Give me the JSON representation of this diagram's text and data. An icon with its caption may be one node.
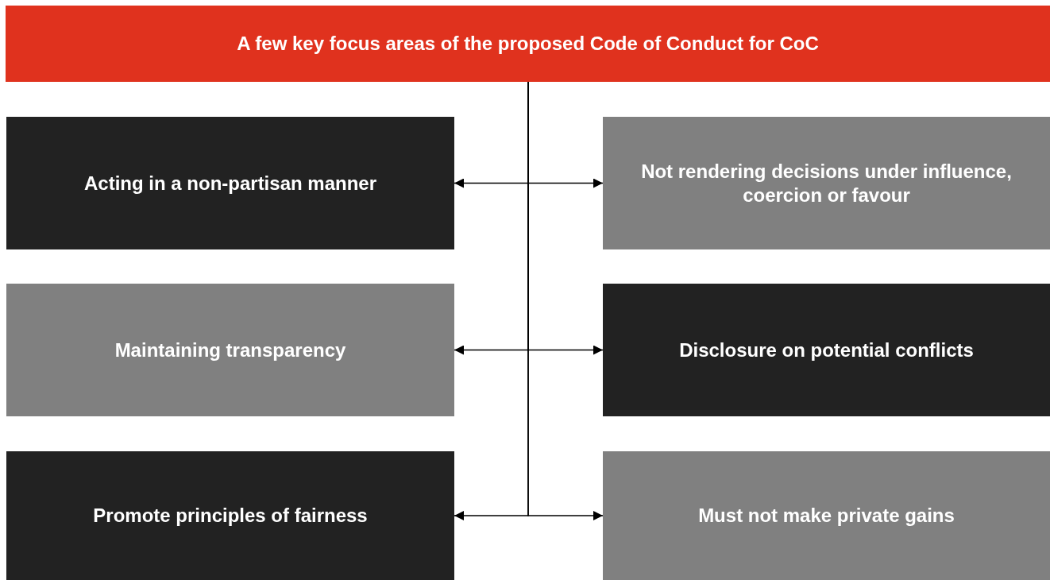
{
  "diagram": {
    "nodes": [
      {
        "text": [
          "A few key focus areas of the proposed Code of Conduct for CoC"
        ]
      },
      {
        "text": [
          "Acting in a non-partisan manner"
        ]
      },
      {
        "text": [
          "Not rendering decisions under influence, coercion or favour"
        ]
      },
      {
        "text": [
          "Maintaining transparency"
        ]
      },
      {
        "text": [
          "Disclosure on potential conflicts"
        ]
      },
      {
        "text": [
          "Promote principles of fairness"
        ]
      },
      {
        "text": [
          "Must not make private gains"
        ]
      }
    ],
    "edges": [
      {
        "from": 0,
        "to": 1,
        "arrow": "to"
      },
      {
        "from": 0,
        "to": 2,
        "arrow": "to"
      },
      {
        "from": 0,
        "to": 3,
        "arrow": "to"
      },
      {
        "from": 0,
        "to": 4,
        "arrow": "to"
      },
      {
        "from": 0,
        "to": 5,
        "arrow": "to"
      },
      {
        "from": 0,
        "to": 6,
        "arrow": "to"
      }
    ]
  }
}
